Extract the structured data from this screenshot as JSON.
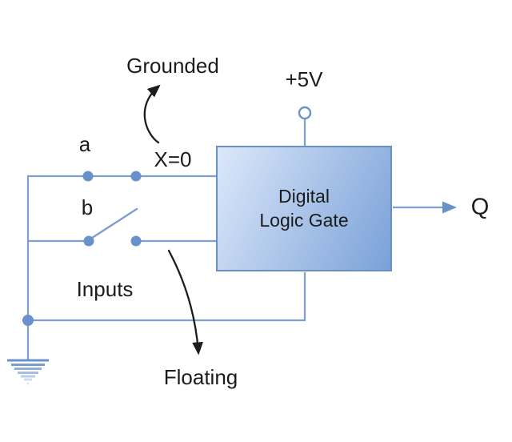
{
  "colors": {
    "bg": "#ffffff",
    "wire": "#7e9ed2",
    "dot": "#6a92ca",
    "box_border": "#6a8fc0",
    "box_fill_light": "#dce8fa",
    "box_fill_dark": "#7aa1d8",
    "ink": "#1c1c1c"
  },
  "labels": {
    "grounded": "Grounded",
    "supply": "+5V",
    "x_state": "X=0",
    "input_a": "a",
    "input_b": "b",
    "inputs": "Inputs",
    "floating": "Floating",
    "output": "Q"
  },
  "gate": {
    "line1": "Digital",
    "line2": "Logic Gate"
  }
}
